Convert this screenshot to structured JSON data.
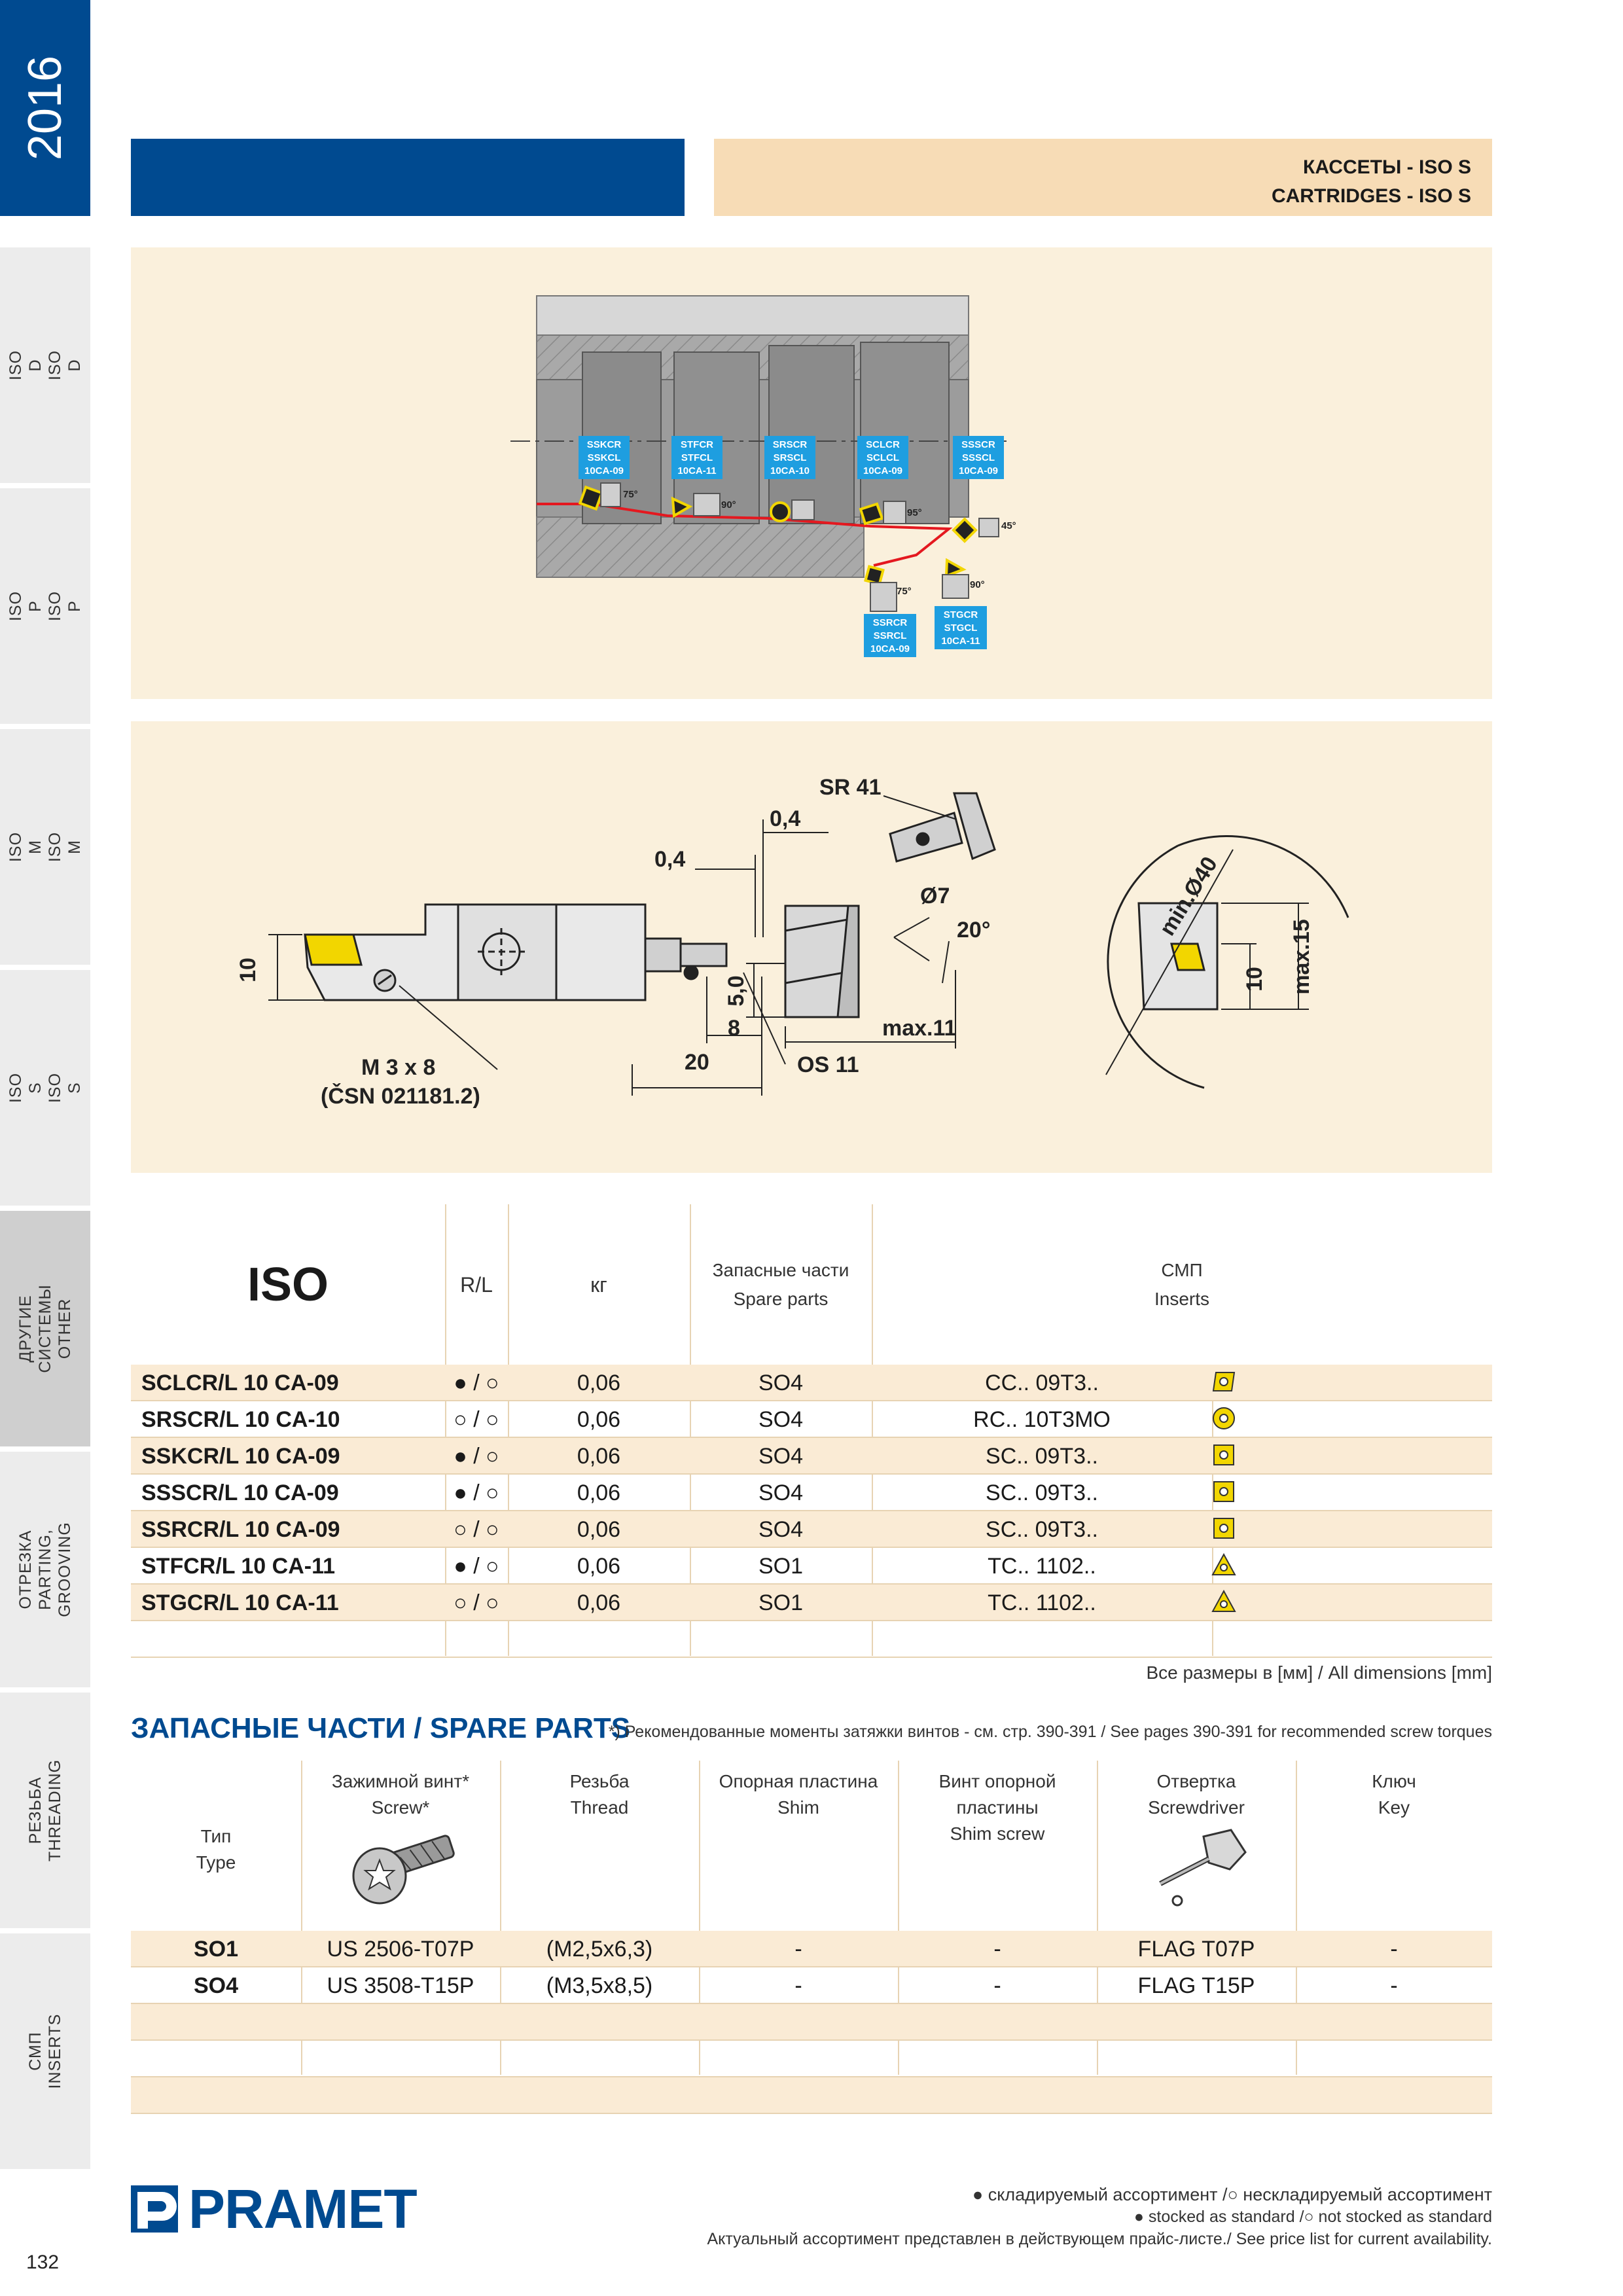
{
  "sidebar": {
    "year": "2016",
    "tabs": [
      {
        "label": "ISO D\nISO D"
      },
      {
        "label": "ISO P\nISO P"
      },
      {
        "label": "ISO M\nISO M"
      },
      {
        "label": "ISO S\nISO S"
      },
      {
        "label": "ДРУГИЕ СИСТЕМЫ\nOTHER"
      },
      {
        "label": "ОТРЕЗКА\nPARTING, GROOVING"
      },
      {
        "label": "РЕЗЬБА\nTHREADING"
      },
      {
        "label": "СМП\nINSERTS"
      }
    ],
    "active_tab_index": 4
  },
  "page_number": "132",
  "header": {
    "title_ru": "КАССЕТЫ - ISO S",
    "title_en": "CARTRIDGES - ISO S"
  },
  "colors": {
    "brand_blue": "#004a90",
    "header_beige": "#f7dcb6",
    "panel_beige": "#faf0dc",
    "row_shade": "#faebd5",
    "label_blue": "#1e9ee0",
    "insert_yellow": "#f2d600",
    "accent_red": "#e4181f"
  },
  "figure_cartridges": {
    "top_labels": [
      {
        "lines": [
          "SSKCR",
          "SSKCL",
          "10CA-09"
        ],
        "angle": "75°"
      },
      {
        "lines": [
          "STFCR",
          "STFCL",
          "10CA-11"
        ],
        "angle": "90°"
      },
      {
        "lines": [
          "SRSCR",
          "SRSCL",
          "10CA-10"
        ],
        "angle": ""
      },
      {
        "lines": [
          "SCLCR",
          "SCLCL",
          "10CA-09"
        ],
        "angle": "95°"
      },
      {
        "lines": [
          "SSSCR",
          "SSSCL",
          "10CA-09"
        ],
        "angle": "45°"
      }
    ],
    "bottom_labels": [
      {
        "lines": [
          "SSRCR",
          "SSRCL",
          "10CA-09"
        ],
        "angle": "75°"
      },
      {
        "lines": [
          "STGCR",
          "STGCL",
          "10CA-11"
        ],
        "angle": "90°"
      }
    ]
  },
  "figure_dimensions": {
    "height": "10",
    "gap1": "0,4",
    "gap2": "0,4",
    "screw": "M 3 x 8",
    "screw_std": "(ČSN 021181.2)",
    "length": "20",
    "offset": "8",
    "wrench": "OS 11",
    "sr": "SR 41",
    "dia": "Ø7",
    "angle": "20°",
    "h5": "5,0",
    "max11": "max.11",
    "min40": "min.Ø40",
    "h10b": "10",
    "max15": "max.15"
  },
  "main_table": {
    "headers": {
      "iso": "ISO",
      "rl": "R/L",
      "kg": "кг",
      "spare_ru": "Запасные части",
      "spare_en": "Spare parts",
      "inserts_ru": "СМП",
      "inserts_en": "Inserts"
    },
    "rows": [
      {
        "code": "SCLCR/L 10 CA-09",
        "rl": "● / ○",
        "kg": "0,06",
        "spare": "SO4",
        "insert": "CC.. 09T3..",
        "shape": "rhombus"
      },
      {
        "code": "SRSCR/L 10 CA-10",
        "rl": "○ / ○",
        "kg": "0,06",
        "spare": "SO4",
        "insert": "RC.. 10T3MO",
        "shape": "round"
      },
      {
        "code": "SSKCR/L 10 CA-09",
        "rl": "● / ○",
        "kg": "0,06",
        "spare": "SO4",
        "insert": "SC.. 09T3..",
        "shape": "square"
      },
      {
        "code": "SSSCR/L 10 CA-09",
        "rl": "● / ○",
        "kg": "0,06",
        "spare": "SO4",
        "insert": "SC.. 09T3..",
        "shape": "square"
      },
      {
        "code": "SSRCR/L 10 CA-09",
        "rl": "○ / ○",
        "kg": "0,06",
        "spare": "SO4",
        "insert": "SC.. 09T3..",
        "shape": "square"
      },
      {
        "code": "STFCR/L 10 CA-11",
        "rl": "● / ○",
        "kg": "0,06",
        "spare": "SO1",
        "insert": "TC.. 1102..",
        "shape": "triangle"
      },
      {
        "code": "STGCR/L 10 CA-11",
        "rl": "○ / ○",
        "kg": "0,06",
        "spare": "SO1",
        "insert": "TC.. 1102..",
        "shape": "triangle"
      }
    ],
    "dims_note": "Все размеры в [мм] / All dimensions [mm]"
  },
  "spare_parts": {
    "title": "ЗАПАСНЫЕ ЧАСТИ / SPARE PARTS",
    "footnote": "*) Рекомендованные моменты затяжки винтов - см. стр. 390-391 / See pages 390-391 for recommended screw torques",
    "headers": {
      "type_ru": "Тип",
      "type_en": "Type",
      "screw_ru": "Зажимной винт*",
      "screw_en": "Screw*",
      "thread_ru": "Резьба",
      "thread_en": "Thread",
      "shim_ru": "Опорная пластина",
      "shim_en": "Shim",
      "shimscrew_ru": "Винт опорной пластины",
      "shimscrew_en": "Shim screw",
      "driver_ru": "Отвертка",
      "driver_en": "Screwdriver",
      "key_ru": "Ключ",
      "key_en": "Key"
    },
    "rows": [
      {
        "type": "SO1",
        "screw": "US 2506-T07P",
        "thread": "(M2,5x6,3)",
        "shim": "-",
        "shim_screw": "-",
        "driver": "FLAG T07P",
        "key": "-"
      },
      {
        "type": "SO4",
        "screw": "US 3508-T15P",
        "thread": "(M3,5x8,5)",
        "shim": "-",
        "shim_screw": "-",
        "driver": "FLAG T15P",
        "key": "-"
      }
    ]
  },
  "footer": {
    "logo": "PRAMET",
    "legend_1": "● складируемый ассортимент /○ нескладируемый ассортимент",
    "legend_2": "● stocked as standard /○ not stocked as standard",
    "legend_3": "Актуальный ассортимент представлен в действующем прайс-листе./ See price list for current availability."
  }
}
